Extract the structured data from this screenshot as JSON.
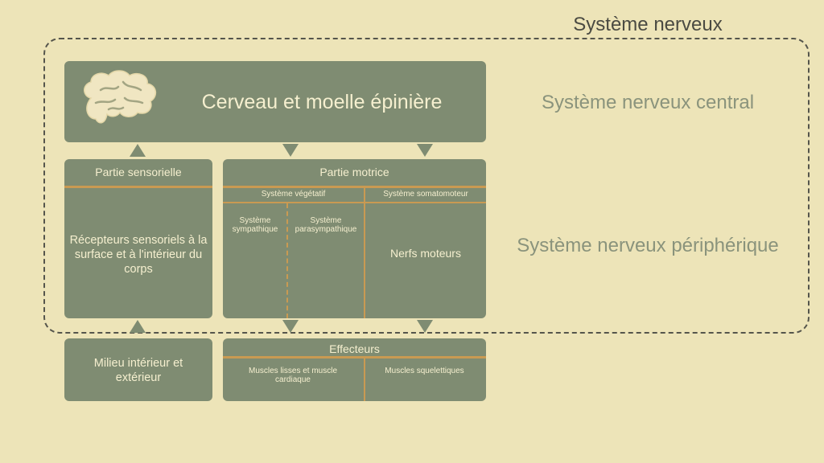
{
  "title": "Système nerveux",
  "cns": {
    "box_label": "Cerveau et moelle épinière",
    "side_label": "Système nerveux central",
    "icon": "brain-icon"
  },
  "pns": {
    "side_label": "Système nerveux périphérique"
  },
  "sensory": {
    "header": "Partie sensorielle",
    "body": "Récepteurs sensoriels à la surface et à l'intérieur du corps"
  },
  "motor": {
    "header": "Partie motrice",
    "vegetative": "Système végétatif",
    "somatic": "Système somatomoteur",
    "sympathetic": "Système sympathique",
    "parasympathetic": "Système parasympathique",
    "motor_nerves": "Nerfs moteurs"
  },
  "environment": {
    "label": "Milieu intérieur et extérieur"
  },
  "effectors": {
    "header": "Effecteurs",
    "smooth": "Muscles lisses et muscle cardiaque",
    "skeletal": "Muscles squelettiques"
  },
  "colors": {
    "background": "#ede4b8",
    "box": "#7f8c72",
    "divider": "#c99a52",
    "box_text": "#f5efcf",
    "side_label": "#8a937c"
  }
}
